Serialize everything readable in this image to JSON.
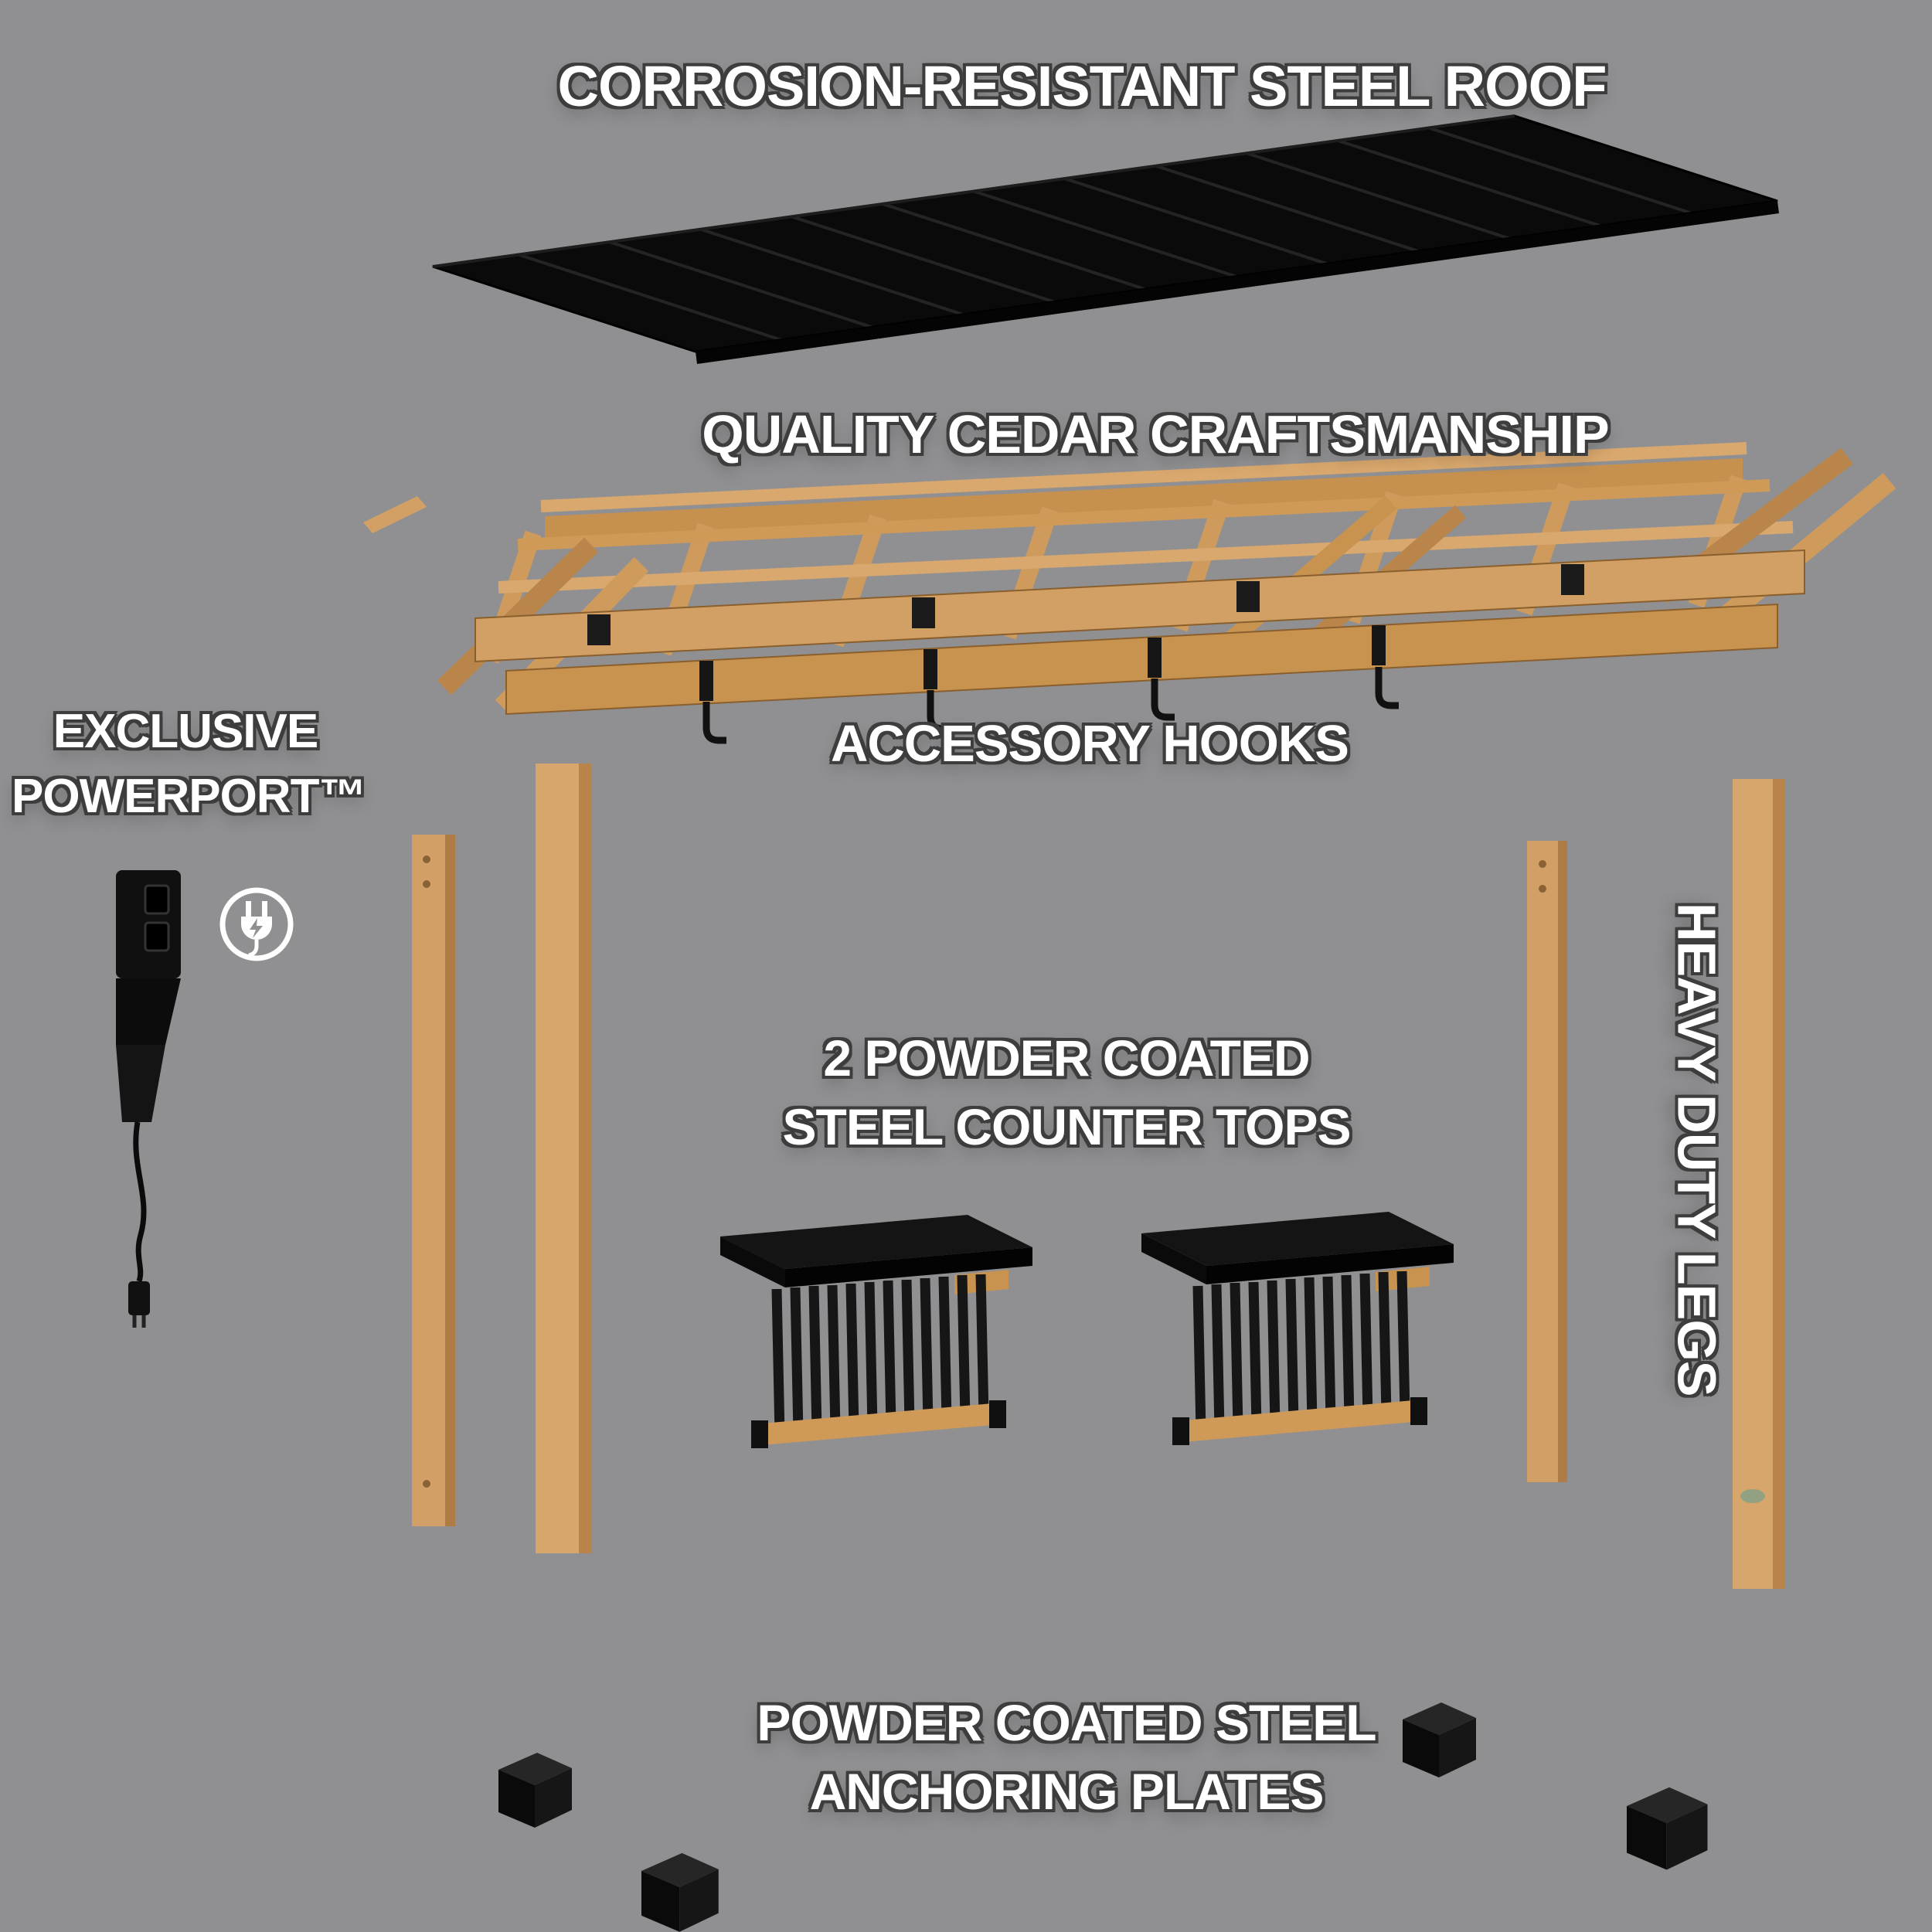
{
  "background_color": "#909092",
  "colors": {
    "roof_black": "#0a0a0a",
    "cedar_light": "#d6a66c",
    "cedar": "#cf9b5c",
    "cedar_dark": "#b9854b",
    "hardware_black": "#141414",
    "label_text": "#ffffff",
    "label_outline": "#3d3d3d"
  },
  "labels": {
    "roof": "CORROSION-RESISTANT STEEL ROOF",
    "cedar": "QUALITY CEDAR CRAFTSMANSHIP",
    "hooks": "ACCESSORY HOOKS",
    "powerport_line1": "EXCLUSIVE",
    "powerport_line2": "POWERPORT™",
    "counters_line1": "2 POWDER COATED",
    "counters_line2": "STEEL COUNTER TOPS",
    "legs": "HEAVY DUTY LEGS",
    "anchors_line1": "POWDER COATED STEEL",
    "anchors_line2": "ANCHORING PLATES"
  },
  "parts": {
    "steel_roof_panels": 1,
    "cedar_frames": 1,
    "legs": 4,
    "counter_tops": 2,
    "anchoring_plates": 4,
    "powerports": 1
  }
}
